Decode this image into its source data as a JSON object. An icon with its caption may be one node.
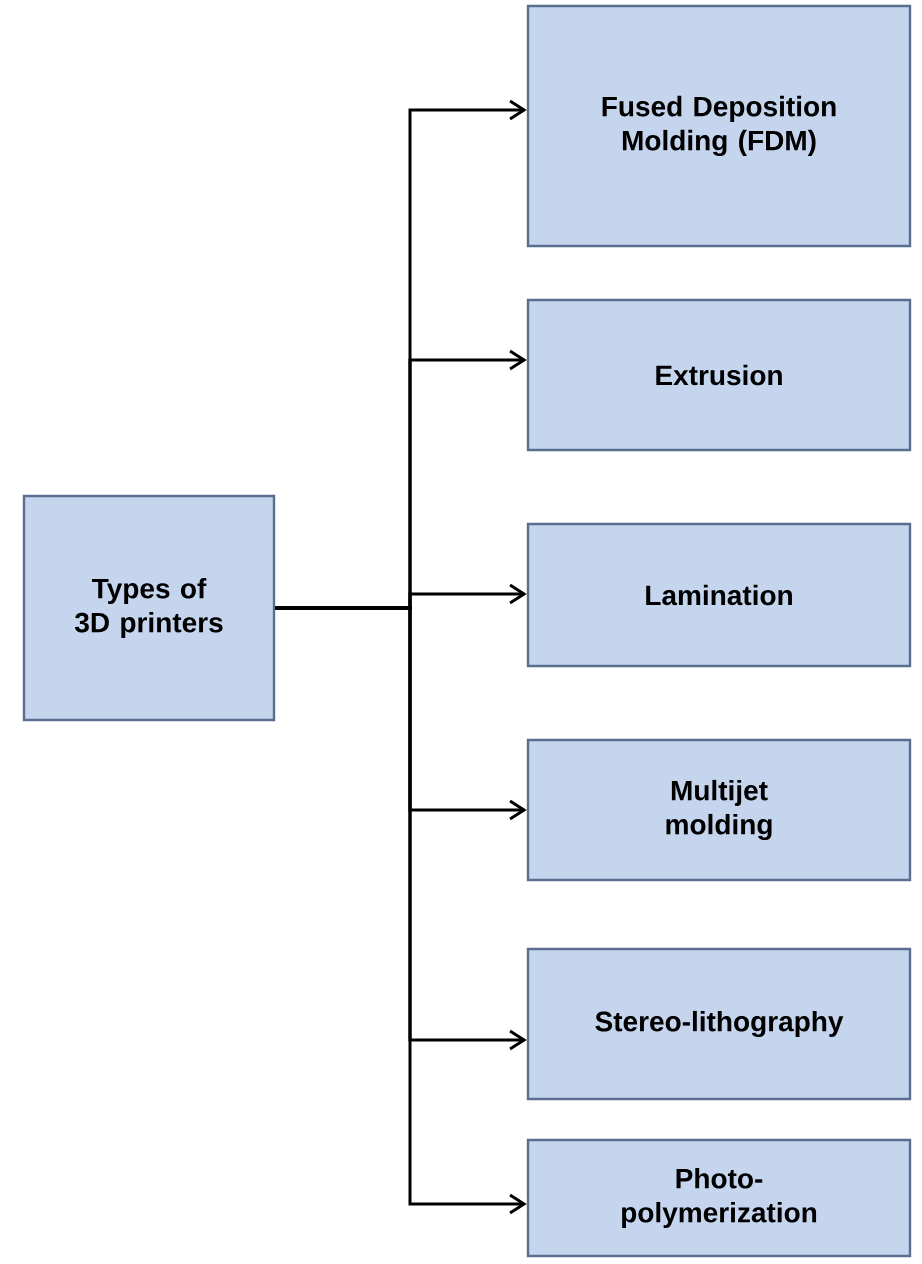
{
  "diagram": {
    "nodes": [
      {
        "text": [
          "Types of 3D printers"
        ]
      },
      {
        "text": [
          "Fused Deposition Molding (FDM)"
        ]
      },
      {
        "text": [
          "Extrusion"
        ]
      },
      {
        "text": [
          "Lamination"
        ]
      },
      {
        "text": [
          "Multijet molding"
        ]
      },
      {
        "text": [
          "Stereo-lithography"
        ]
      },
      {
        "text": [
          "Photo-polymerization"
        ]
      }
    ],
    "edges": [
      {
        "from": 0,
        "to": 1,
        "arrow": "to"
      },
      {
        "from": 0,
        "to": 2,
        "arrow": "to"
      },
      {
        "from": 0,
        "to": 3,
        "arrow": "to"
      },
      {
        "from": 0,
        "to": 4,
        "arrow": "to"
      },
      {
        "from": 0,
        "to": 5,
        "arrow": "to"
      },
      {
        "from": 0,
        "to": 6,
        "arrow": "to"
      }
    ]
  }
}
